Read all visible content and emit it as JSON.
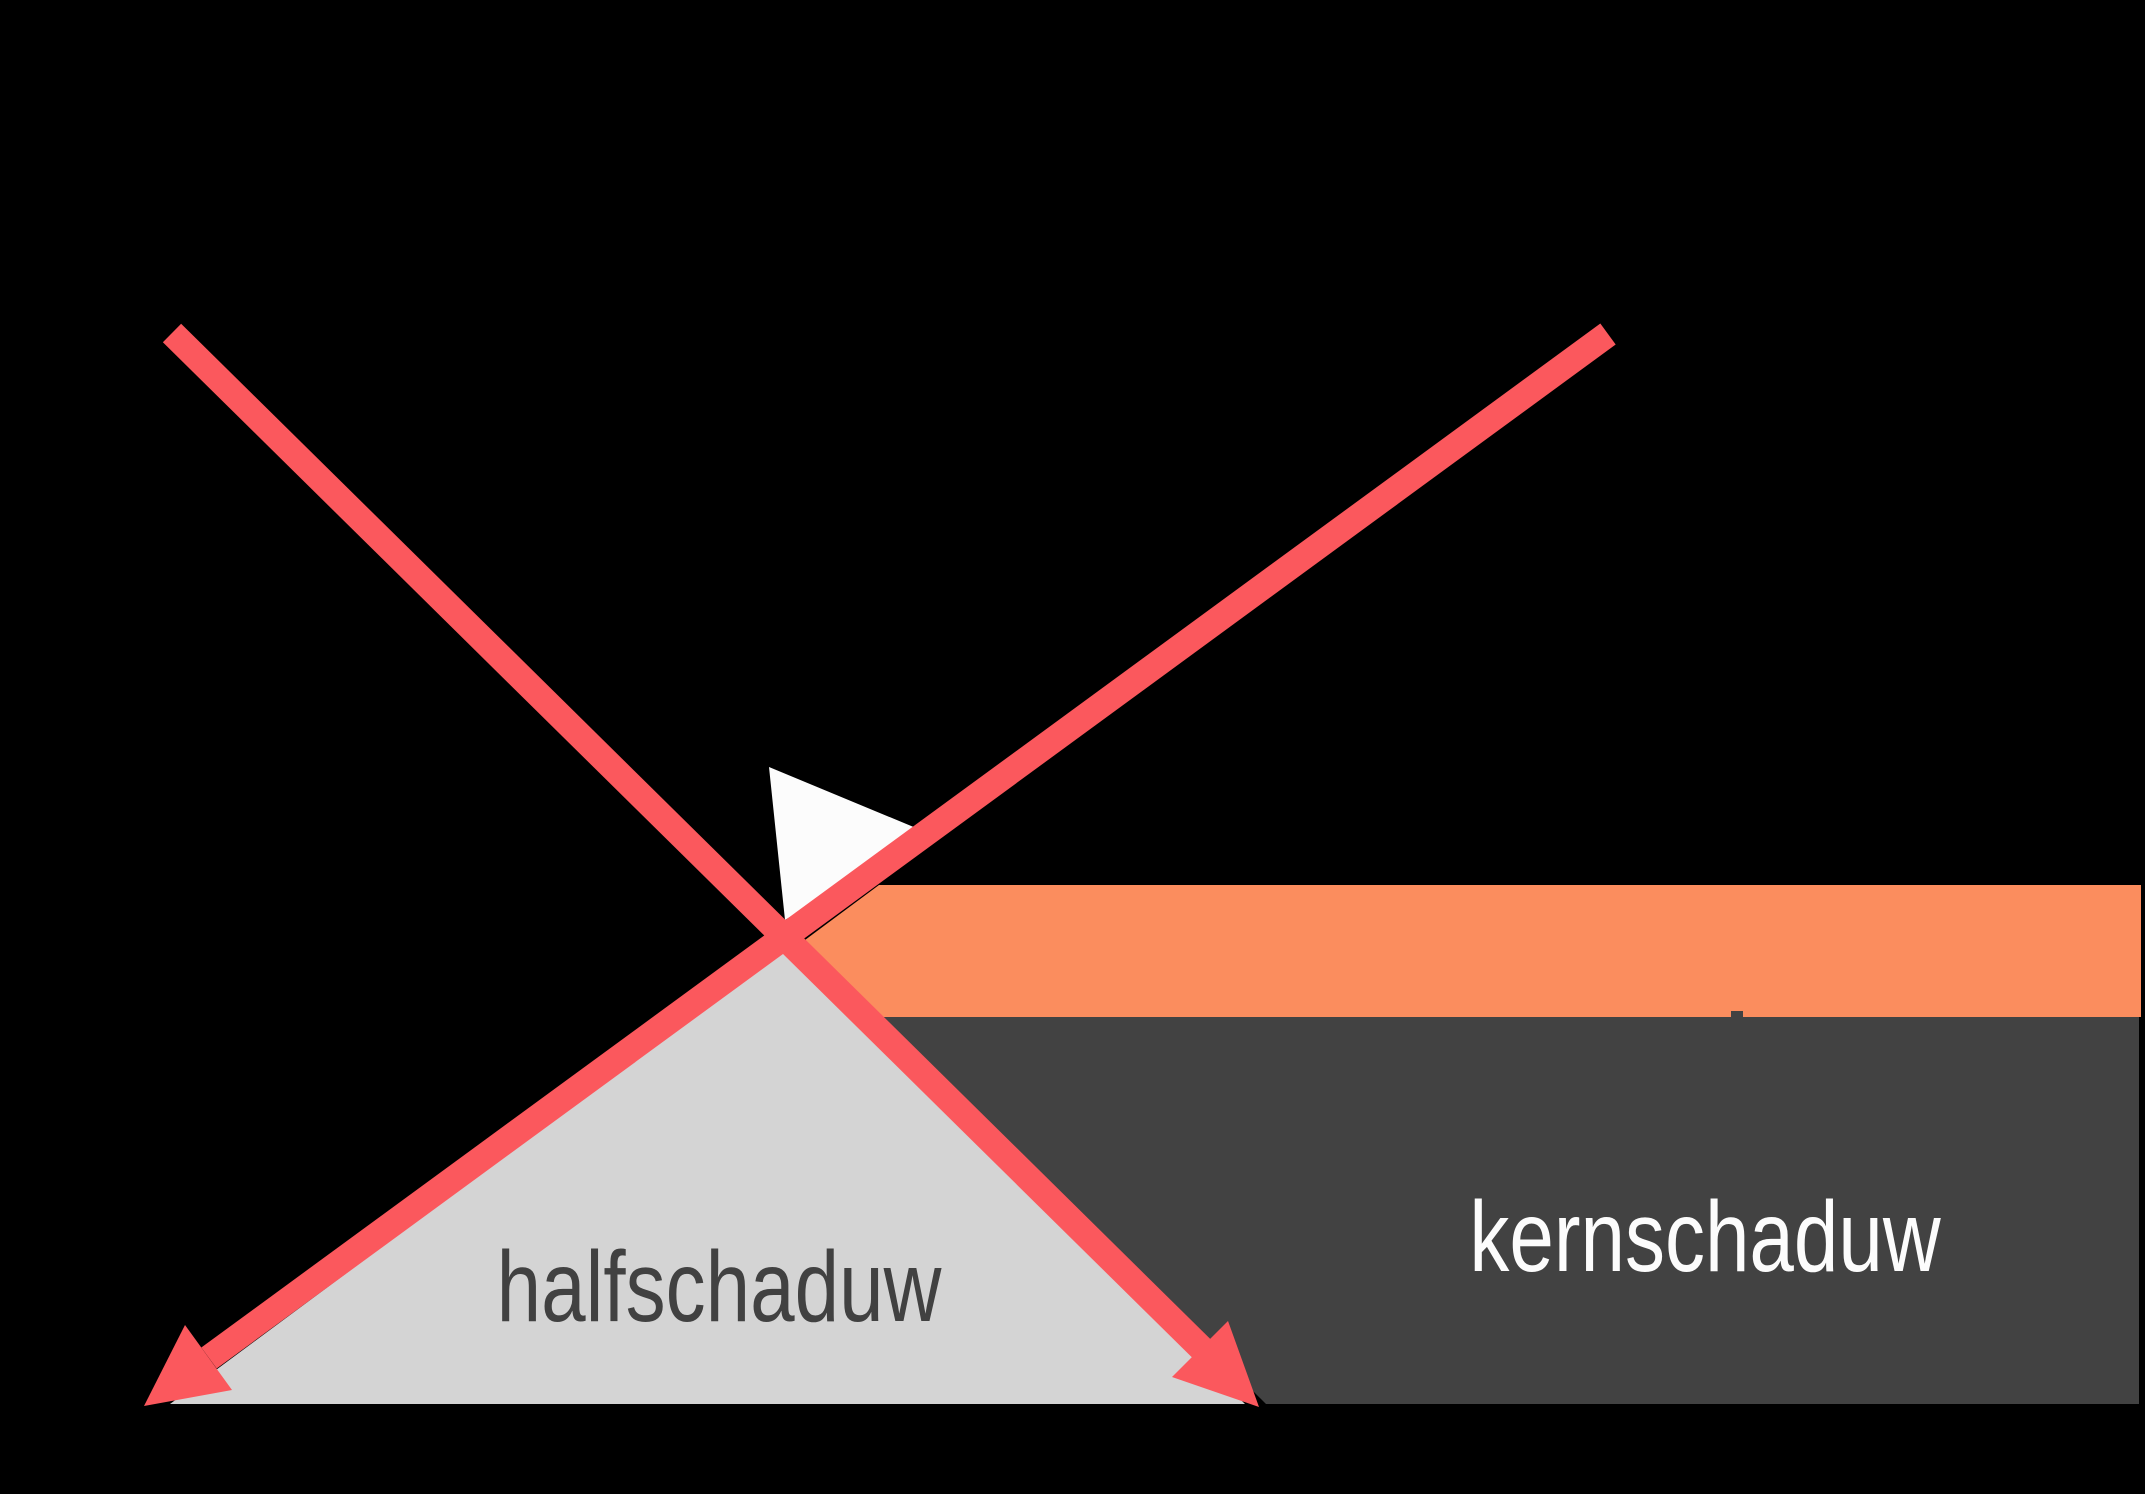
{
  "diagram": {
    "type": "shadow-formation-diagram",
    "language": "nl",
    "labels": {
      "penumbra": "halfschaduw",
      "umbra": "kernschaduw"
    },
    "colors": {
      "background": "#000000",
      "ray": "#FB585D",
      "lit_band": "#FB8D5E",
      "umbra_fill": "#424242",
      "penumbra_fill": "#D4D4D4",
      "object_fill": "#FCFCFC",
      "penumbra_label_color": "#414141",
      "umbra_label_color": "#FCFCFC"
    }
  }
}
